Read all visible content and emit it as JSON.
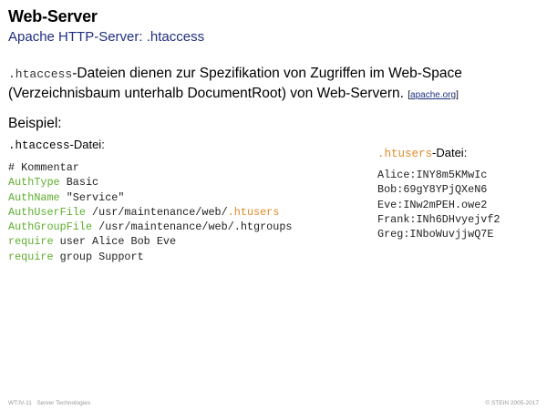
{
  "header": {
    "title": "Web-Server",
    "subtitle": "Apache HTTP-Server: .htaccess"
  },
  "intro": {
    "code_term": ".htaccess",
    "text": "-Dateien dienen zur Spezifikation von Zugriffen im Web-Space (Verzeichnisbaum unterhalb DocumentRoot) von Web-Servern.",
    "ref_open": "[",
    "ref_link": "apache.org",
    "ref_close": "]"
  },
  "example": {
    "heading": "Beispiel:",
    "htaccess_label": {
      "code": ".htaccess",
      "suffix": "-Datei:"
    },
    "htusers_label": {
      "code": ".htusers",
      "suffix": "-Datei:"
    },
    "code_lines": [
      {
        "kw": "",
        "rest": "# Kommentar",
        "hl": ""
      },
      {
        "kw": "AuthType",
        "rest": " Basic",
        "hl": ""
      },
      {
        "kw": "AuthName",
        "rest": " \"Service\"",
        "hl": ""
      },
      {
        "kw": "AuthUserFile",
        "rest": " /usr/maintenance/web/",
        "hl": ".htusers"
      },
      {
        "kw": "AuthGroupFile",
        "rest": " /usr/maintenance/web/.htgroups",
        "hl": ""
      },
      {
        "kw": "require",
        "rest": " user Alice Bob Eve",
        "hl": ""
      },
      {
        "kw": "require",
        "rest": " group Support",
        "hl": ""
      }
    ],
    "users": [
      "Alice:INY8m5KMwIc",
      "Bob:69gY8YPjQXeN6",
      "Eve:INw2mPEH.owe2",
      "Frank:INh6DHvyejvf2",
      "Greg:INboWuvjjwQ7E"
    ]
  },
  "footer": {
    "left_id": "WT:IV-11",
    "left_topic": "Server Technologies",
    "right": "© STEIN 2005-2017"
  },
  "colors": {
    "subtitle": "#1f2f7f",
    "keyword": "#5fae2e",
    "highlight": "#e08a2a"
  }
}
